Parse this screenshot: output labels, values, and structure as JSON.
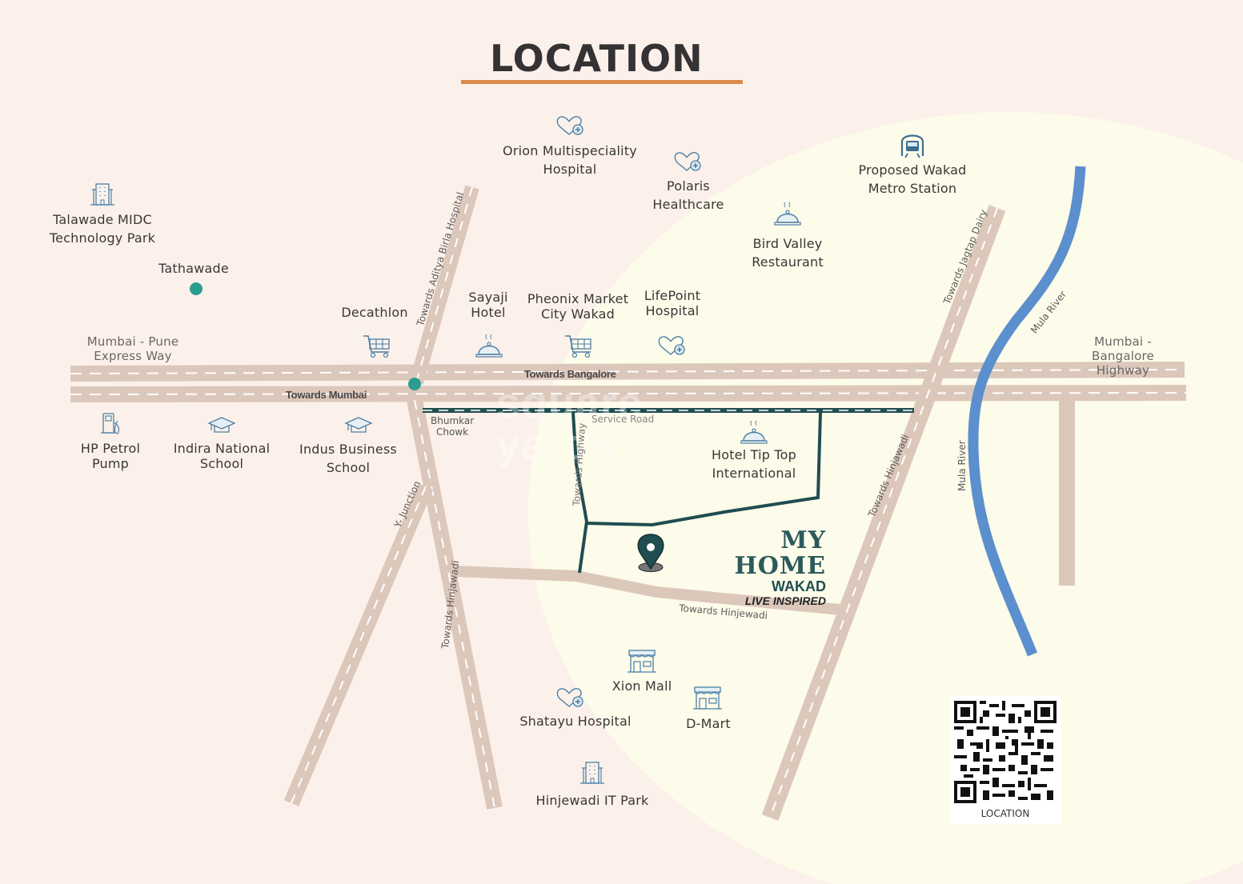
{
  "title": "LOCATION",
  "colors": {
    "background": "#fcf1ea",
    "highlight_zone": "#fdfbe9",
    "road": "#dcc8bb",
    "road_dash": "#ffffff",
    "service_road": "#1f4d52",
    "river": "#5b8fce",
    "junction_dot": "#2a9d8f",
    "title_underline": "#de8a48",
    "icon_stroke": "#4a7fa8"
  },
  "landmarks": [
    {
      "id": "talawade",
      "name": "Talawade MIDC\nTechnology Park",
      "icon": "office-building-icon"
    },
    {
      "id": "tathawade",
      "name": "Tathawade",
      "icon": "location-dot-icon"
    },
    {
      "id": "orion",
      "name": "Orion Multispeciality\nHospital",
      "icon": "hospital-heart-icon"
    },
    {
      "id": "polaris",
      "name": "Polaris\nHealthcare",
      "icon": "hospital-heart-icon"
    },
    {
      "id": "metro",
      "name": "Proposed Wakad\nMetro Station",
      "icon": "metro-train-icon"
    },
    {
      "id": "birdvalley",
      "name": "Bird Valley\nRestaurant",
      "icon": "restaurant-cloche-icon"
    },
    {
      "id": "decathlon",
      "name": "Decathlon",
      "icon": "shopping-cart-icon"
    },
    {
      "id": "sayaji",
      "name": "Sayaji\nHotel",
      "icon": "restaurant-cloche-icon"
    },
    {
      "id": "phoenix",
      "name": "Pheonix Market\nCity Wakad",
      "icon": "shopping-cart-icon"
    },
    {
      "id": "lifepoint",
      "name": "LifePoint\nHospital",
      "icon": "hospital-heart-icon"
    },
    {
      "id": "hppetrol",
      "name": "HP Petrol\nPump",
      "icon": "fuel-pump-icon"
    },
    {
      "id": "indira",
      "name": "Indira National\nSchool",
      "icon": "graduation-cap-icon"
    },
    {
      "id": "indus",
      "name": "Indus Business\nSchool",
      "icon": "graduation-cap-icon"
    },
    {
      "id": "tiptop",
      "name": "Hotel Tip Top\nInternational",
      "icon": "restaurant-cloche-icon"
    },
    {
      "id": "xion",
      "name": "Xion Mall",
      "icon": "storefront-icon"
    },
    {
      "id": "dmart",
      "name": "D-Mart",
      "icon": "storefront-icon"
    },
    {
      "id": "shatayu",
      "name": "Shatayu Hospital",
      "icon": "hospital-heart-icon"
    },
    {
      "id": "hinjewadi_it",
      "name": "Hinjewadi IT Park",
      "icon": "office-building-icon"
    }
  ],
  "roads": {
    "expressway": "Mumbai - Pune\nExpress Way",
    "bangalore_highway": "Mumbai - Bangalore\nHighway",
    "towards_bangalore": "Towards Bangalore",
    "towards_mumbai": "Towards Mumbai",
    "service_road": "Service Road",
    "bhumkar_chowk": "Bhumkar\nChowk",
    "towards_aditya_birla": "Towards Aditya Birla Hospital",
    "y_junction": "Y- Junction",
    "towards_hinjawadi_left": "Towards Hinjawadi",
    "towards_highway": "Towards Highway",
    "towards_hinjewadi_mid": "Towards Hinjewadi",
    "towards_hinjawadi_right": "Towards Hinjawadi",
    "towards_jagtap_dairy": "Towards Jagtap Dairy",
    "mula_river_upper": "Mula River",
    "mula_river_lower": "Mula River"
  },
  "project": {
    "name": "MY HOME",
    "locality": "WAKAD",
    "tagline": "LIVE INSPIRED",
    "marker_icon": "map-pin-icon"
  },
  "watermark": "square\nyards",
  "qr": {
    "caption": "LOCATION"
  }
}
